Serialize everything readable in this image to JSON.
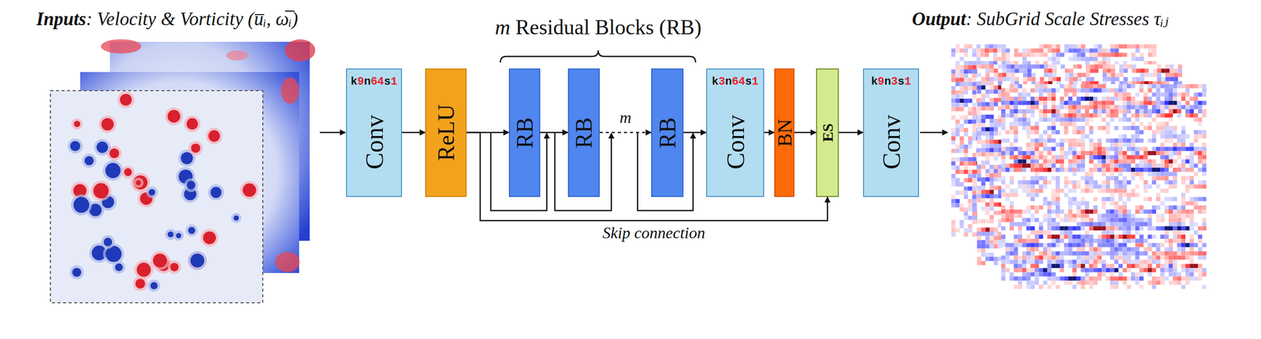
{
  "diagram": {
    "nodes": [
      {
        "text": [
          "k9n64s1",
          "Conv"
        ]
      },
      {
        "text": [
          "ReLU"
        ]
      },
      {
        "text": [
          "RB"
        ]
      },
      {
        "text": [
          "RB"
        ]
      },
      {
        "text": [
          "RB"
        ]
      },
      {
        "text": [
          "k3n64s1",
          "Conv"
        ]
      },
      {
        "text": [
          "BN"
        ]
      },
      {
        "text": [
          "ES"
        ]
      },
      {
        "text": [
          "k9n3s1",
          "Conv"
        ]
      }
    ],
    "edges": [
      {
        "from": 0,
        "to": 1,
        "arrow": "to"
      },
      {
        "from": 1,
        "to": 2,
        "arrow": "to"
      },
      {
        "from": 2,
        "to": 3,
        "arrow": "to"
      },
      {
        "from": 3,
        "to": 4,
        "label": "m",
        "arrow": "to"
      },
      {
        "from": 4,
        "to": 5,
        "arrow": "to"
      },
      {
        "from": 5,
        "to": 6,
        "arrow": "to"
      },
      {
        "from": 6,
        "to": 7,
        "arrow": "to"
      },
      {
        "from": 7,
        "to": 8,
        "arrow": "to"
      },
      {
        "from": 1,
        "to": 7,
        "label": "Skip connection",
        "arrow": "to"
      }
    ],
    "labels": [
      "Inputs: Velocity & Vorticity (u̅ᵢ, ω̅ᵢ)",
      "m Residual Blocks (RB)",
      "Output: SubGrid Scale Stresses τᵢⱼ"
    ]
  }
}
